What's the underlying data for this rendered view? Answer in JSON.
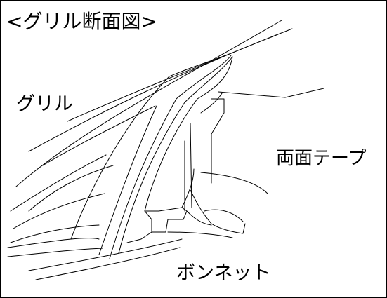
{
  "title": "<グリル断面図>",
  "labels": {
    "grill": "グリル",
    "double_sided_tape": "両面テープ",
    "bonnet": "ボンネット"
  },
  "colors": {
    "line": "#000000",
    "background": "#ffffff"
  }
}
